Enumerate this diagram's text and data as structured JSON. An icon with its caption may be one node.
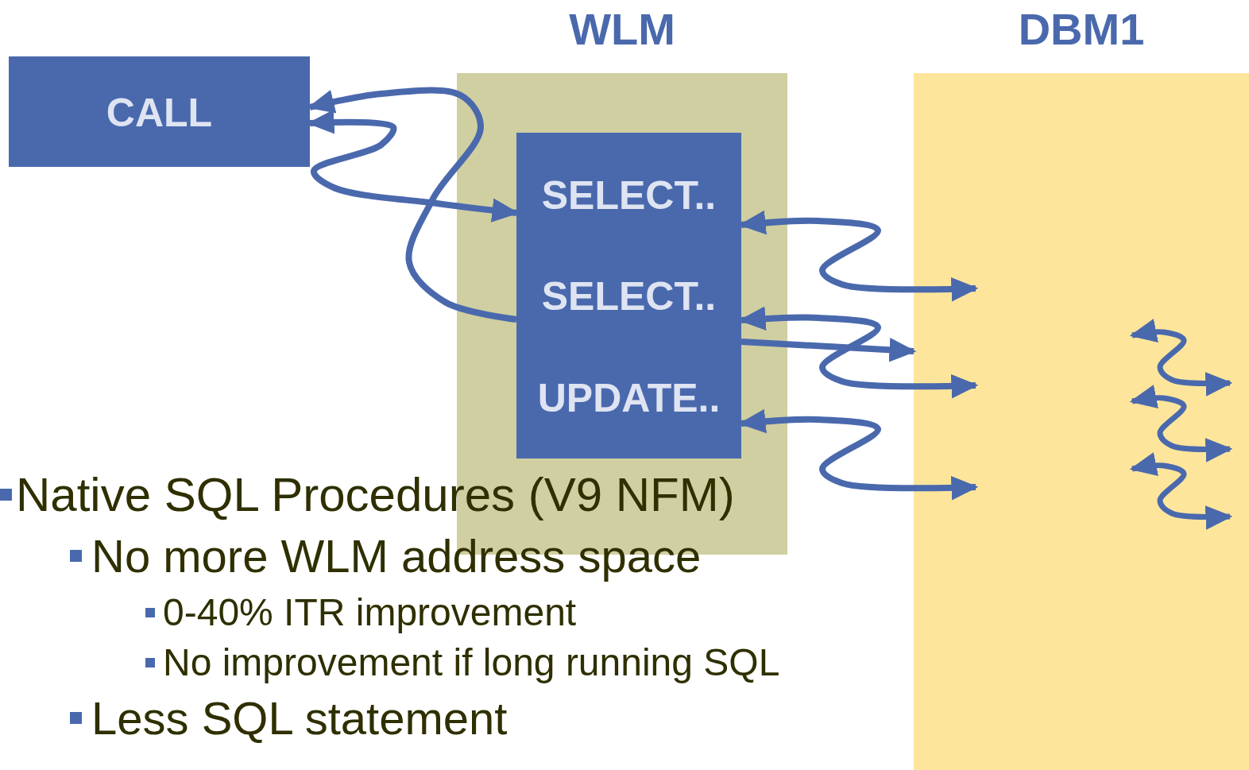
{
  "diagram": {
    "nodes": [
      {
        "text": [
          "WLM"
        ]
      },
      {
        "text": [
          "DBM1"
        ]
      },
      {
        "text": [
          "CALL"
        ]
      },
      {
        "text": [
          "SELECT..",
          "SELECT..",
          "UPDATE.."
        ],
        "in": 0
      }
    ],
    "edges": [
      {
        "from": 2,
        "to": 3,
        "arrow": "both"
      },
      {
        "from": 3,
        "to": 2,
        "arrow": "to"
      },
      {
        "from": 3,
        "to": 1,
        "arrow": "both"
      },
      {
        "from": 3,
        "to": 1,
        "arrow": "both"
      },
      {
        "from": 3,
        "to": 1,
        "arrow": "both"
      },
      {
        "from": 3,
        "to": 1,
        "arrow": "to"
      }
    ],
    "labels": [
      "Native SQL Procedures (V9 NFM)",
      "No more WLM address space",
      "0-40% ITR improvement",
      "No improvement if long running SQL",
      "Less SQL statement"
    ]
  }
}
